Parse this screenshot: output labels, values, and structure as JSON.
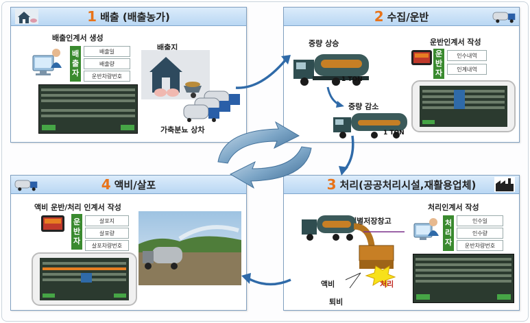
{
  "panels": [
    {
      "number": "1",
      "title": "배출 (배출농가)",
      "form_title": "배출인계서 생성",
      "role": [
        "배",
        "출",
        "자"
      ],
      "fields": [
        "배출일",
        "배출량",
        "운반차량번호"
      ],
      "labels": {
        "site": "배출지",
        "loading": "가축분뇨 상차"
      }
    },
    {
      "number": "2",
      "title": "수집/운반",
      "form_title": "운반인계서 작성",
      "role": [
        "운",
        "반",
        "자"
      ],
      "fields": [
        "인수내역",
        "인계내역"
      ],
      "labels": {
        "weight_up": "중량 상승",
        "weight_down": "중량 감소",
        "ton1": "1 TON",
        "ton2": "1 TON"
      }
    },
    {
      "number": "3",
      "title": "처리(공공처리시설,재활용업체)",
      "form_title": "처리인계서 작성",
      "role": [
        "처",
        "리",
        "자"
      ],
      "fields": [
        "인수일",
        "인수량",
        "운반차량번호"
      ],
      "labels": {
        "storage": "개별저장창고",
        "process": "처리",
        "liquid": "액비",
        "solid": "퇴비"
      }
    },
    {
      "number": "4",
      "title": "액비/살포",
      "form_title": "액비 운반/처리 인계서 작성",
      "role": [
        "운",
        "반",
        "자"
      ],
      "fields": [
        "살포지",
        "살포량",
        "살포차량번호"
      ],
      "labels": {}
    }
  ],
  "colors": {
    "accent_number": "#e8731a",
    "role_green": "#3a8a2f",
    "header_blue": "#b9d7f3",
    "arrow_blue": "#2f6aa8"
  }
}
